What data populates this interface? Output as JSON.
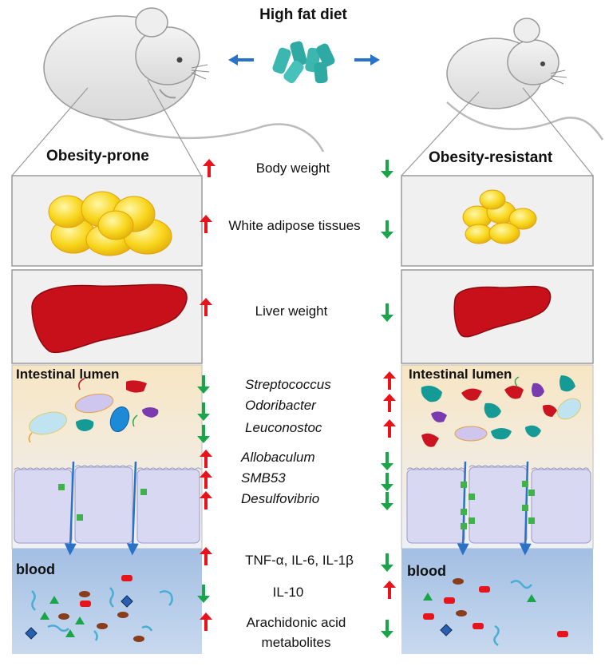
{
  "header": {
    "title": "High fat diet"
  },
  "left": {
    "label": "Obesity-prone",
    "lumen_label": "Intestinal lumen",
    "blood_label": "blood"
  },
  "right": {
    "label": "Obesity-resistant",
    "lumen_label": "Intestinal lumen",
    "blood_label": "blood"
  },
  "middle": {
    "body_weight": "Body weight",
    "white_adipose": "White adipose tissues",
    "liver_weight": "Liver weight",
    "bacteria": [
      "Streptococcus",
      "Odoribacter",
      "Leuconostoc",
      "Allobaculum",
      "SMB53",
      "Desulfovibrio"
    ],
    "cytokines": "TNF-α, IL-6, IL-1β",
    "il10": "IL-10",
    "arachidonic_1": "Arachidonic acid",
    "arachidonic_2": "metabolites"
  },
  "colors": {
    "up_arrow": "#e8141b",
    "down_arrow": "#1aa54a",
    "blue_arrow": "#2a72c8",
    "liver": "#c8101a",
    "fat": "#f7d21a",
    "lumen": "#f8e8c6",
    "blood": "#a9c4e6",
    "cell": "#d8d8f3",
    "marker": "#3fb34a"
  },
  "icons": [
    "mouse-icon",
    "pellets-icon",
    "fat-cells-icon",
    "liver-icon",
    "bacteria-icon",
    "cytokine-icon"
  ]
}
